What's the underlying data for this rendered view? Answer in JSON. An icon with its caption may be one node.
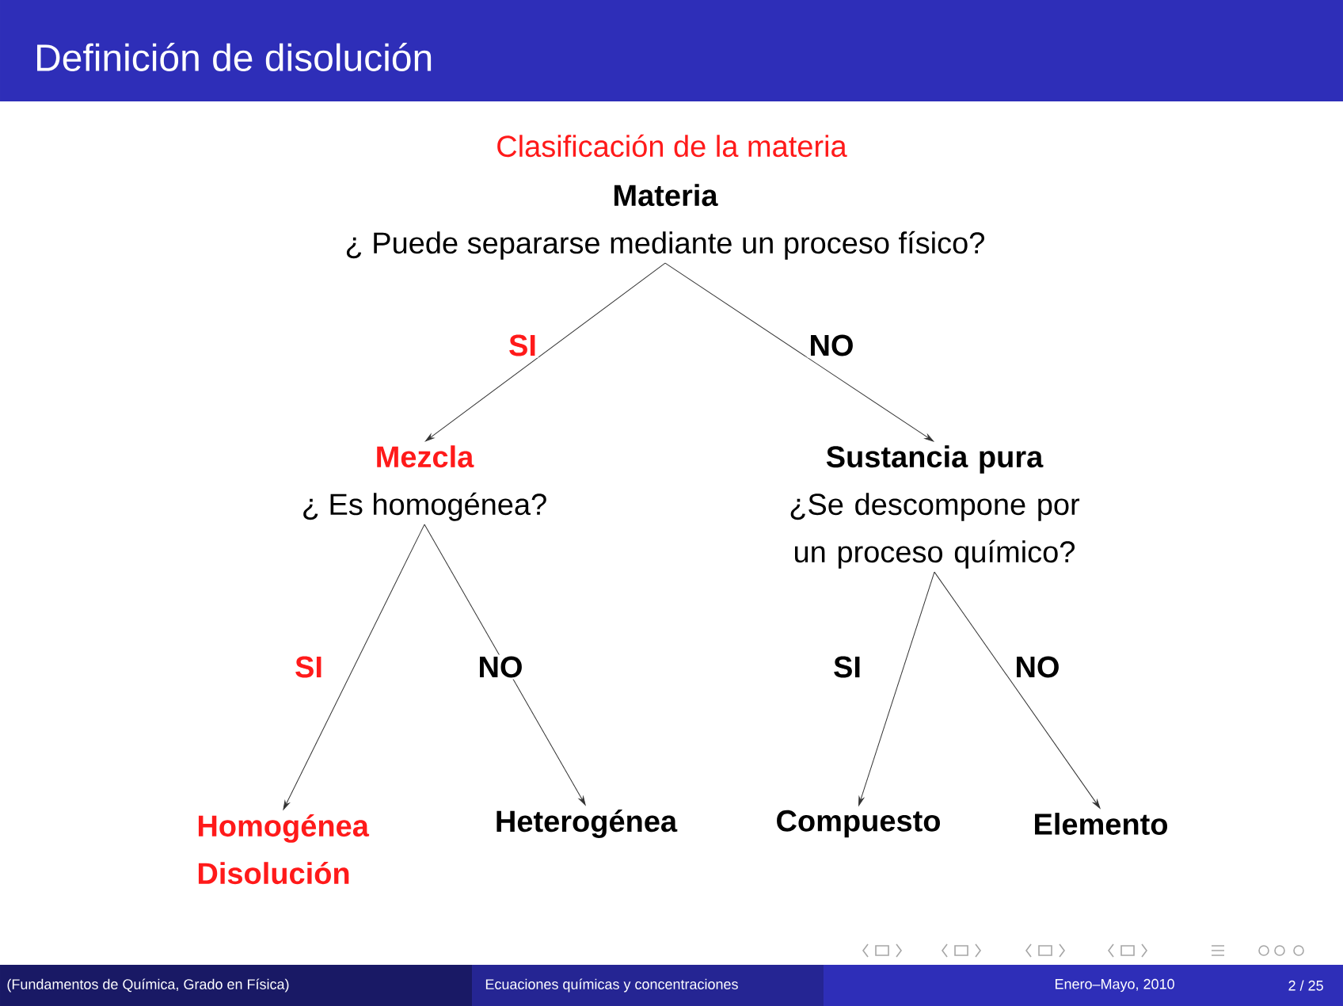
{
  "diagram": {
    "title": "Definición de disolución",
    "nodes": [
      {
        "text": [
          "Materia",
          "¿ Puede separarse mediante un proceso físico?"
        ]
      },
      {
        "text": [
          "Mezcla",
          "¿ Es homogénea?"
        ]
      },
      {
        "text": [
          "Sustancia pura",
          "¿Se descompone por un proceso químico?"
        ]
      },
      {
        "text": [
          "Homogénea",
          "Disolución"
        ]
      },
      {
        "text": [
          "Heterogénea"
        ]
      },
      {
        "text": [
          "Compuesto"
        ]
      },
      {
        "text": [
          "Elemento"
        ]
      }
    ],
    "edges": [
      {
        "from": 0,
        "to": 1,
        "arrow": "to",
        "label": "SI"
      },
      {
        "from": 0,
        "to": 2,
        "arrow": "to",
        "label": "NO"
      },
      {
        "from": 1,
        "to": 3,
        "arrow": "to",
        "label": "SI"
      },
      {
        "from": 1,
        "to": 4,
        "arrow": "to",
        "label": "NO"
      },
      {
        "from": 2,
        "to": 5,
        "arrow": "to",
        "label": "SI"
      },
      {
        "from": 2,
        "to": 6,
        "arrow": "to",
        "label": "NO"
      }
    ],
    "labels": [
      "Clasificación de la materia",
      "(Fundamentos de Química, Grado en Física)",
      "Ecuaciones químicas y concentraciones",
      "Enero–Mayo, 2010",
      "2 / 25"
    ]
  }
}
